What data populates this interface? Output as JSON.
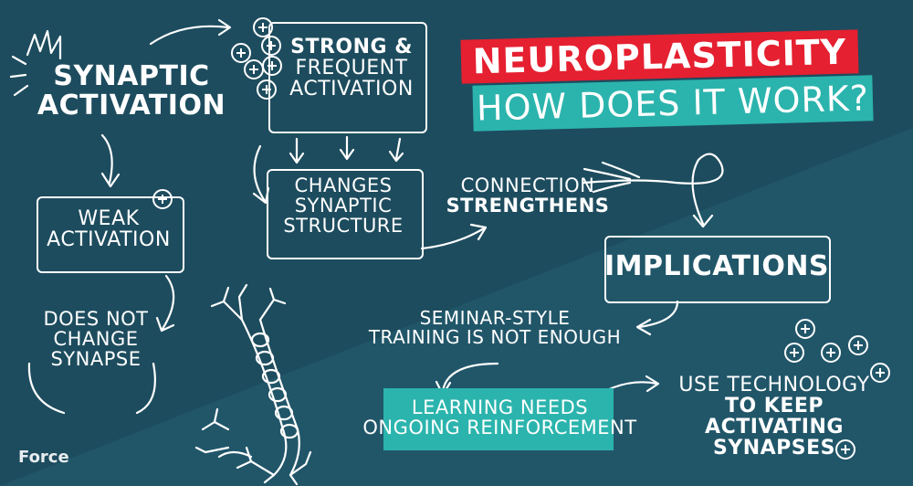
{
  "title": {
    "line1": "NEUROPLASTICITY",
    "line2": "HOW DOES IT WORK?"
  },
  "nodes": {
    "synaptic_activation": [
      "SYNAPTIC",
      "ACTIVATION"
    ],
    "strong_frequent": [
      "STRONG &",
      "FREQUENT",
      "ACTIVATION"
    ],
    "weak_activation": [
      "WEAK",
      "ACTIVATION"
    ],
    "changes_structure": [
      "CHANGES",
      "SYNAPTIC",
      "STRUCTURE"
    ],
    "connection": [
      "CONNECTION",
      "STRENGTHENS"
    ],
    "implications": "IMPLICATIONS",
    "does_not_change": [
      "DOES NOT",
      "CHANGE",
      "SYNAPSE"
    ],
    "seminar": [
      "SEMINAR-STYLE",
      "TRAINING IS NOT ENOUGH"
    ],
    "learning": [
      "LEARNING NEEDS",
      "ONGOING REINFORCEMENT"
    ],
    "use_tech": [
      "USE TECHNOLOGY",
      "TO KEEP ACTIVATING",
      "SYNAPSES"
    ]
  },
  "logo": "Force",
  "colors": {
    "background": "#1d4c5e",
    "background_light": "#245a6e",
    "title_red": "#e52030",
    "teal": "#2bb4ad",
    "ink": "#ffffff"
  },
  "icons": [
    "burst-icon",
    "plus-circle-icon",
    "neuron-illustration",
    "arrow-icon"
  ]
}
